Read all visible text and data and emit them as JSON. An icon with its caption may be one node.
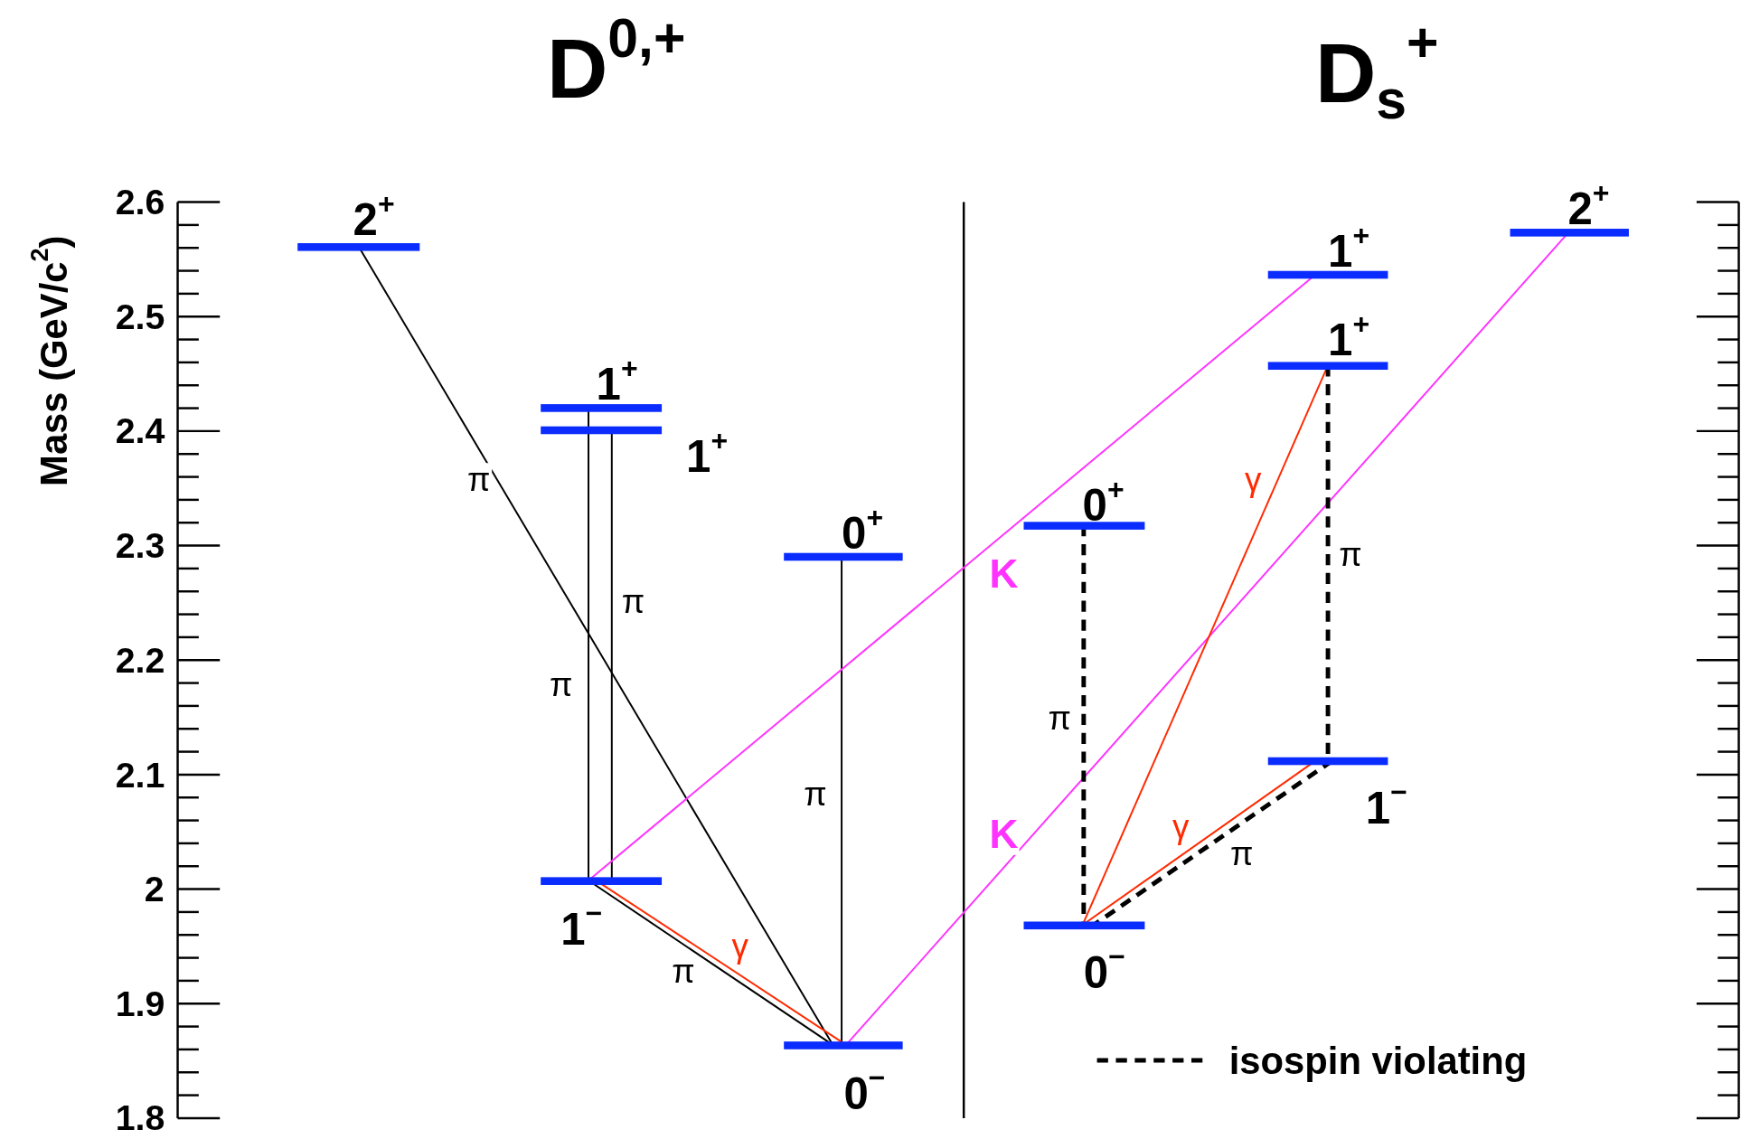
{
  "diagram": {
    "nodes": [
      {
        "text": [
          "2$^{+}$"
        ]
      },
      {
        "text": [
          "1$^{+}$"
        ]
      },
      {
        "text": [
          "1$^{+}$"
        ]
      },
      {
        "text": [
          "0$^{+}$"
        ]
      },
      {
        "text": [
          "1$^{−}$"
        ]
      },
      {
        "text": [
          "0$^{−}$"
        ]
      },
      {
        "text": [
          "0$^{+}$"
        ]
      },
      {
        "text": [
          "1$^{+}$"
        ]
      },
      {
        "text": [
          "1$^{+}$"
        ]
      },
      {
        "text": [
          "2$^{+}$"
        ]
      },
      {
        "text": [
          "1$^{−}$"
        ]
      },
      {
        "text": [
          "0$^{−}$"
        ]
      }
    ],
    "edges": [
      {
        "from": 0,
        "to": 5,
        "arrow": "none",
        "label": "π"
      },
      {
        "from": 1,
        "to": 4,
        "arrow": "none",
        "label": "π"
      },
      {
        "from": 2,
        "to": 4,
        "arrow": "none",
        "label": "π"
      },
      {
        "from": 3,
        "to": 5,
        "arrow": "none",
        "label": "π"
      },
      {
        "from": 4,
        "to": 5,
        "arrow": "none",
        "label": "π"
      },
      {
        "from": 4,
        "to": 5,
        "arrow": "none",
        "label": "γ",
        "color": "#ff2a00"
      },
      {
        "from": 4,
        "to": 7,
        "arrow": "none",
        "label": "K",
        "color": "#ff33ff"
      },
      {
        "from": 5,
        "to": 9,
        "arrow": "none",
        "label": "K",
        "color": "#ff33ff"
      },
      {
        "from": 6,
        "to": 11,
        "arrow": "none",
        "label": "π",
        "style": "dashed"
      },
      {
        "from": 8,
        "to": 11,
        "arrow": "none",
        "label": "γ",
        "color": "#ff2a00"
      },
      {
        "from": 8,
        "to": 10,
        "arrow": "none",
        "label": "π",
        "style": "dashed"
      },
      {
        "from": 10,
        "to": 11,
        "arrow": "none",
        "label": "γ",
        "color": "#ff2a00"
      },
      {
        "from": 10,
        "to": 11,
        "arrow": "none",
        "label": "π",
        "style": "dashed"
      }
    ],
    "labels": [
      "D$^{0,+}$",
      "D$_{s}$$^{+}$",
      "Mass (GeV/c$^{2}$)",
      "2.6",
      "2.5",
      "2.4",
      "2.3",
      "2.2",
      "2.1",
      "2",
      "1.9",
      "1.8"
    ],
    "legend": [
      {
        "text": "isospin violating"
      }
    ]
  }
}
